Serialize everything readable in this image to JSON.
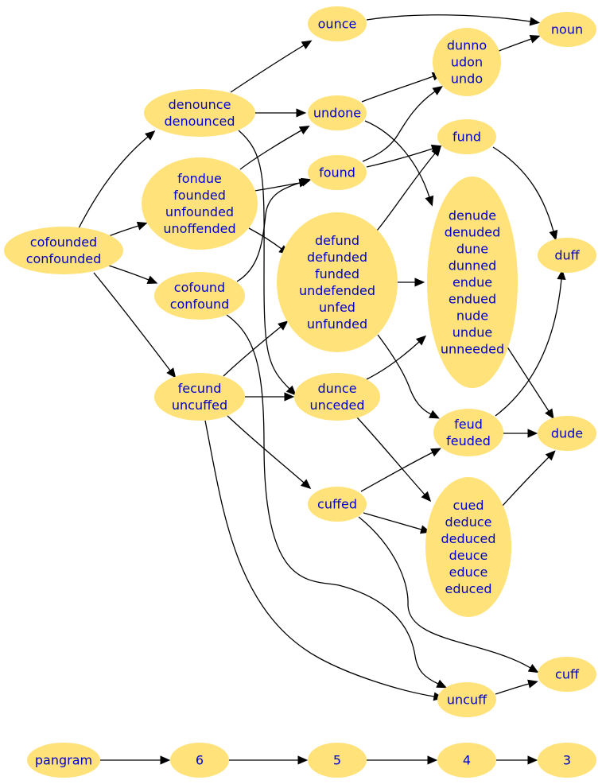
{
  "nodes": [
    {
      "id": "cofounded",
      "lines": [
        "cofounded",
        "confounded"
      ]
    },
    {
      "id": "denounce",
      "lines": [
        "denounce",
        "denounced"
      ]
    },
    {
      "id": "fondue",
      "lines": [
        "fondue",
        "founded",
        "unfounded",
        "unoffended"
      ]
    },
    {
      "id": "cofound",
      "lines": [
        "cofound",
        "confound"
      ]
    },
    {
      "id": "fecund",
      "lines": [
        "fecund",
        "uncuffed"
      ]
    },
    {
      "id": "ounce",
      "lines": [
        "ounce"
      ]
    },
    {
      "id": "undone",
      "lines": [
        "undone"
      ]
    },
    {
      "id": "found",
      "lines": [
        "found"
      ]
    },
    {
      "id": "defund",
      "lines": [
        "defund",
        "defunded",
        "funded",
        "undefended",
        "unfed",
        "unfunded"
      ]
    },
    {
      "id": "dunce",
      "lines": [
        "dunce",
        "unceded"
      ]
    },
    {
      "id": "cuffed",
      "lines": [
        "cuffed"
      ]
    },
    {
      "id": "uncuff",
      "lines": [
        "uncuff"
      ]
    },
    {
      "id": "dunno",
      "lines": [
        "dunno",
        "udon",
        "undo"
      ]
    },
    {
      "id": "fund",
      "lines": [
        "fund"
      ]
    },
    {
      "id": "denude",
      "lines": [
        "denude",
        "denuded",
        "dune",
        "dunned",
        "endue",
        "endued",
        "nude",
        "undue",
        "unneeded"
      ]
    },
    {
      "id": "feud",
      "lines": [
        "feud",
        "feuded"
      ]
    },
    {
      "id": "cued",
      "lines": [
        "cued",
        "deduce",
        "deduced",
        "deuce",
        "educe",
        "educed"
      ]
    },
    {
      "id": "noun",
      "lines": [
        "noun"
      ]
    },
    {
      "id": "duff",
      "lines": [
        "duff"
      ]
    },
    {
      "id": "dude",
      "lines": [
        "dude"
      ]
    },
    {
      "id": "cuff",
      "lines": [
        "cuff"
      ]
    },
    {
      "id": "pangram",
      "lines": [
        "pangram"
      ]
    },
    {
      "id": "n6",
      "lines": [
        "6"
      ]
    },
    {
      "id": "n5",
      "lines": [
        "5"
      ]
    },
    {
      "id": "n4",
      "lines": [
        "4"
      ]
    },
    {
      "id": "n3",
      "lines": [
        "3"
      ]
    }
  ],
  "edges": [
    {
      "from": "cofounded",
      "to": "denounce"
    },
    {
      "from": "cofounded",
      "to": "fondue"
    },
    {
      "from": "cofounded",
      "to": "cofound"
    },
    {
      "from": "cofounded",
      "to": "fecund"
    },
    {
      "from": "denounce",
      "to": "ounce"
    },
    {
      "from": "denounce",
      "to": "undone"
    },
    {
      "from": "denounce",
      "to": "dunce"
    },
    {
      "from": "fondue",
      "to": "undone"
    },
    {
      "from": "fondue",
      "to": "found"
    },
    {
      "from": "fondue",
      "to": "defund"
    },
    {
      "from": "cofound",
      "to": "found"
    },
    {
      "from": "cofound",
      "to": "uncuff"
    },
    {
      "from": "fecund",
      "to": "defund"
    },
    {
      "from": "fecund",
      "to": "dunce"
    },
    {
      "from": "fecund",
      "to": "cuffed"
    },
    {
      "from": "fecund",
      "to": "uncuff"
    },
    {
      "from": "ounce",
      "to": "noun"
    },
    {
      "from": "undone",
      "to": "dunno"
    },
    {
      "from": "undone",
      "to": "denude"
    },
    {
      "from": "found",
      "to": "dunno"
    },
    {
      "from": "found",
      "to": "fund"
    },
    {
      "from": "defund",
      "to": "fund"
    },
    {
      "from": "defund",
      "to": "denude"
    },
    {
      "from": "defund",
      "to": "feud"
    },
    {
      "from": "dunce",
      "to": "denude"
    },
    {
      "from": "dunce",
      "to": "cued"
    },
    {
      "from": "cuffed",
      "to": "feud"
    },
    {
      "from": "cuffed",
      "to": "cued"
    },
    {
      "from": "cuffed",
      "to": "cuff"
    },
    {
      "from": "uncuff",
      "to": "cuff"
    },
    {
      "from": "dunno",
      "to": "noun"
    },
    {
      "from": "fund",
      "to": "duff"
    },
    {
      "from": "denude",
      "to": "dude"
    },
    {
      "from": "feud",
      "to": "duff"
    },
    {
      "from": "feud",
      "to": "dude"
    },
    {
      "from": "cued",
      "to": "dude"
    },
    {
      "from": "pangram",
      "to": "n6"
    },
    {
      "from": "n6",
      "to": "n5"
    },
    {
      "from": "n5",
      "to": "n4"
    },
    {
      "from": "n4",
      "to": "n3"
    }
  ],
  "colors": {
    "node_fill": "#ffe27a",
    "node_text": "#0000cc",
    "edge": "#000000"
  }
}
